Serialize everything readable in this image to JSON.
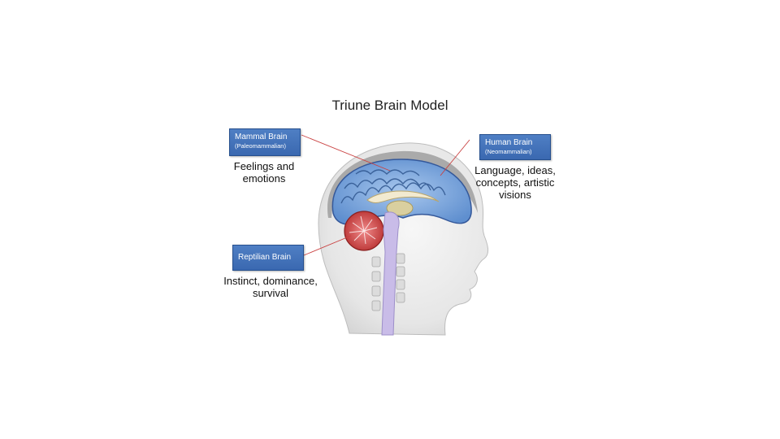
{
  "title": "Triune Brain Model",
  "mammal": {
    "label": "Mammal Brain",
    "sub": "(Paleomammalian)",
    "caption_line1": "Feelings and",
    "caption_line2": "emotions"
  },
  "human": {
    "label": "Human Brain",
    "sub": "(Neomammalian)",
    "caption_line1": "Language, ideas,",
    "caption_line2": "concepts, artistic",
    "caption_line3": "visions"
  },
  "reptilian": {
    "label": "Reptilian Brain",
    "caption_line1": "Instinct, dominance,",
    "caption_line2": "survival"
  },
  "colors": {
    "box_fill": "#3f6fb8",
    "cortex": "#8fb6e3",
    "cerebellum": "#d94a4a",
    "brainstem": "#c7b8e6",
    "skin": "#e8e8e8",
    "pointer_line": "#c94040"
  }
}
